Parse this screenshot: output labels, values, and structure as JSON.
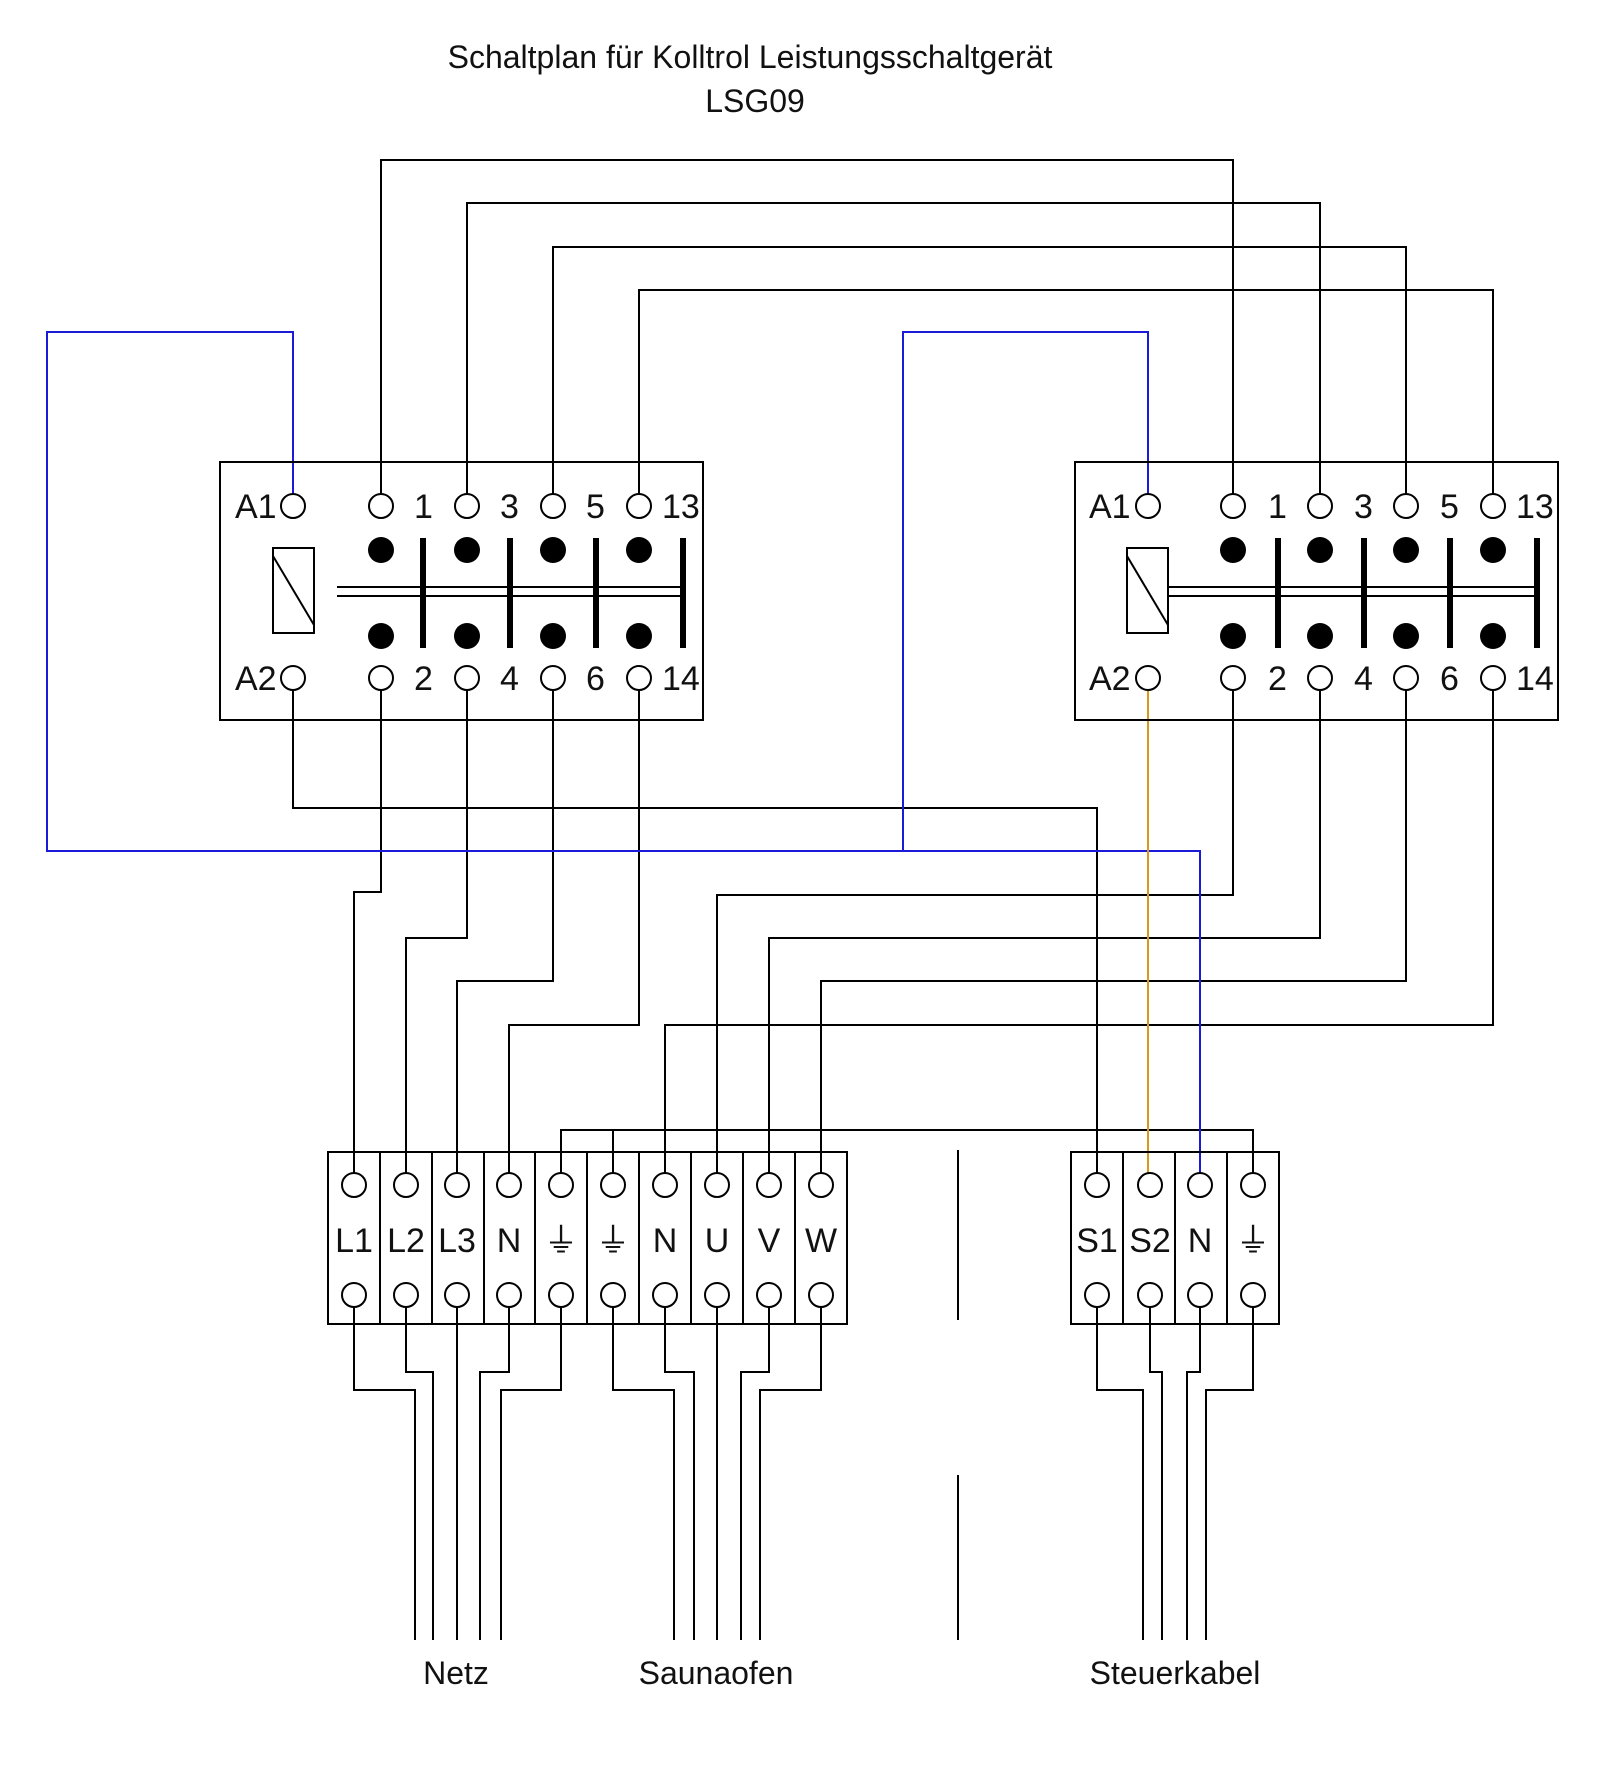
{
  "title": {
    "line1": "Schaltplan für Kolltrol Leistungsschaltgerät",
    "line2": "LSG09"
  },
  "contactor_left": {
    "coil_top": "A1",
    "coil_bottom": "A2",
    "top_terminals": [
      "1",
      "3",
      "5",
      "13"
    ],
    "bottom_terminals": [
      "2",
      "4",
      "6",
      "14"
    ]
  },
  "contactor_right": {
    "coil_top": "A1",
    "coil_bottom": "A2",
    "top_terminals": [
      "1",
      "3",
      "5",
      "13"
    ],
    "bottom_terminals": [
      "2",
      "4",
      "6",
      "14"
    ]
  },
  "terminal_strip_main": [
    "L1",
    "L2",
    "L3",
    "N",
    "⏚",
    "⏚",
    "N",
    "U",
    "V",
    "W"
  ],
  "terminal_strip_control": [
    "S1",
    "S2",
    "N",
    "⏚"
  ],
  "bottom_labels": {
    "netz": "Netz",
    "saunaofen": "Saunaofen",
    "steuerkabel": "Steuerkabel"
  },
  "colors": {
    "wire": "#000000",
    "blue_wire": "#1a1ad8",
    "orange_wire": "#d99a1c"
  }
}
